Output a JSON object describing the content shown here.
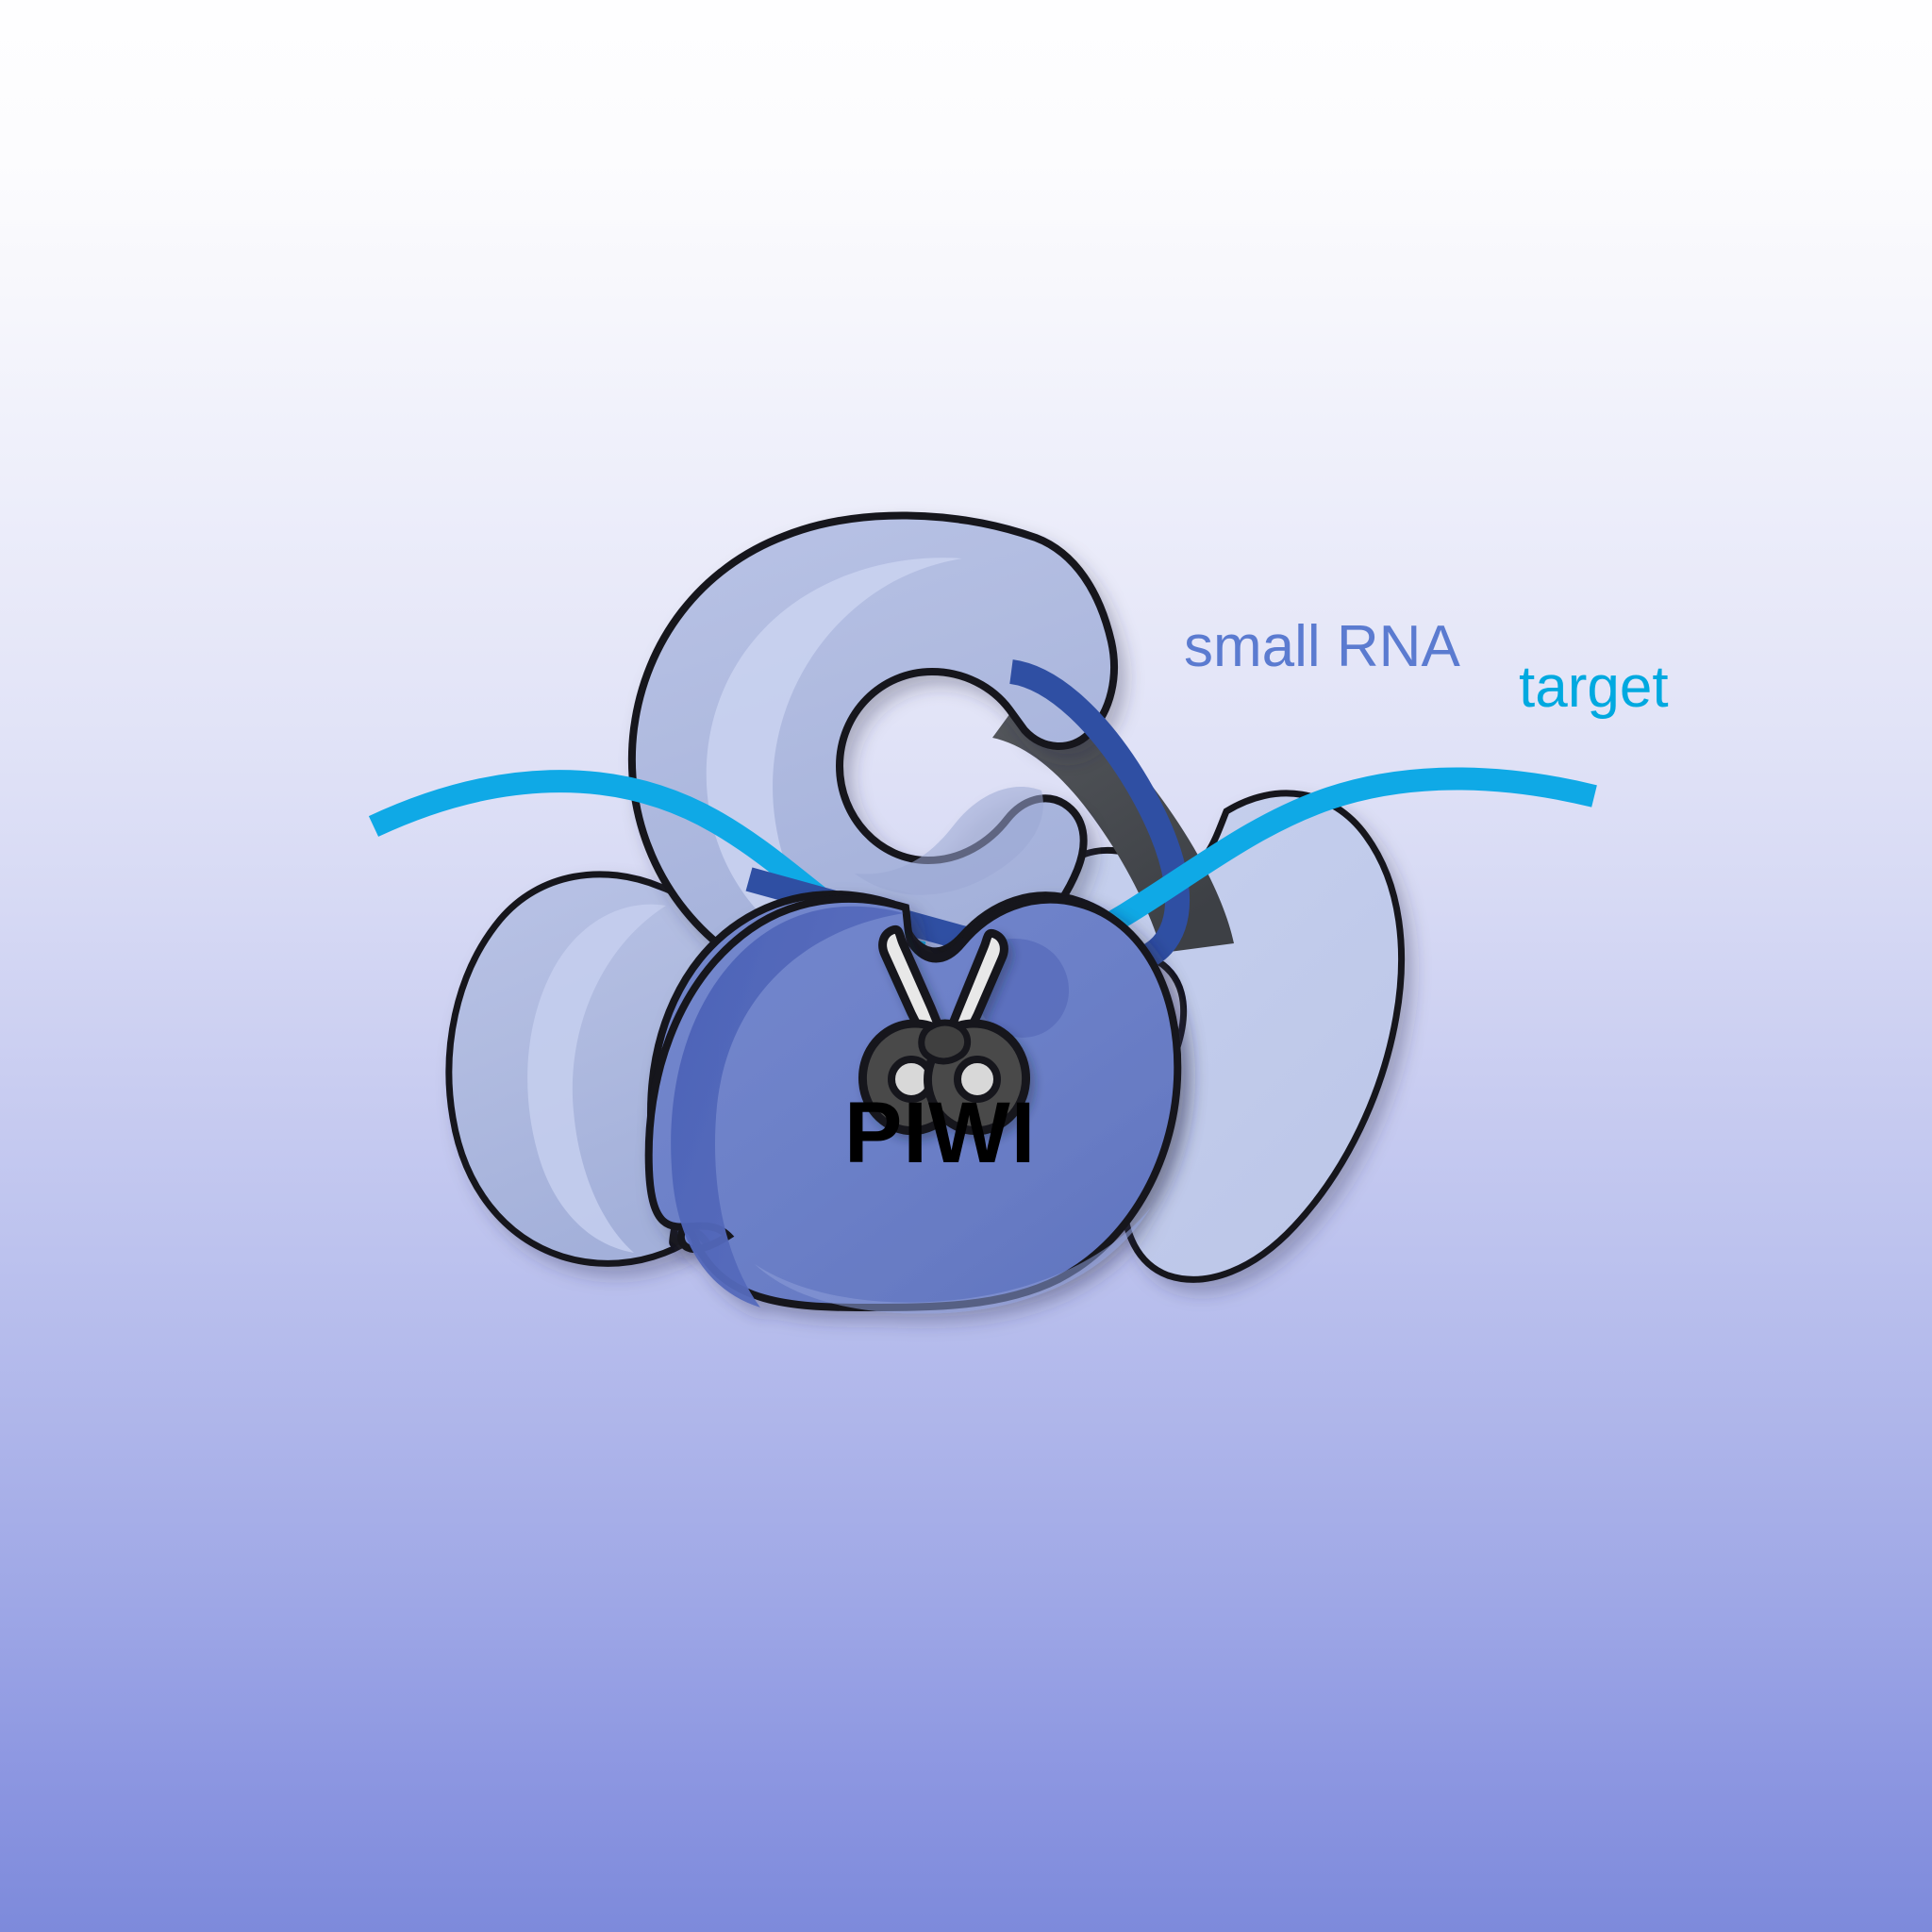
{
  "figure": {
    "type": "schematic-diagram",
    "subject": "Argonaute/PIWI protein bound to a small RNA guide pairing with a target RNA",
    "background": {
      "gradient_from": "#fefeff",
      "gradient_to": "#7d8adb",
      "direction": "top-to-bottom"
    }
  },
  "labels": {
    "small_rna": "small RNA",
    "target": "target",
    "piwi": "PIWI"
  },
  "colors": {
    "small_rna_label": "#5b7bd0",
    "target_label": "#00a9e0",
    "piwi_label": "#000000",
    "small_rna_strand": "#2f4fa3",
    "target_strand": "#0fa9e6",
    "piwi_body": "#6b7fc7",
    "piwi_body_shadow": "#4e64b8",
    "domain_light": "#b4bfe2",
    "domain_light_highlight": "#c3cdec",
    "linker_band": "#4a4d52",
    "outline": "#1a1a22",
    "scissors_blade": "#e8e8e8",
    "scissors_handle": "#4a4a4a"
  },
  "elements": {
    "paz_domain": "C-shaped upper lobe that anchors the small RNA 3' end",
    "left_lobe": "rounded left domain behind the PIWI body",
    "right_lobe": "notched right domain behind the PIWI body",
    "piwi_body": "large kidney-shaped central catalytic domain labelled PIWI",
    "linker_band": "dark grey band connecting the PAZ notch to the right lobe",
    "scissors": "scissors icon marking the catalytic cleavage site",
    "small_rna_strand": "dark navy guide strand threading from the PAZ notch across the PIWI cleft",
    "target_strand": "cyan target strand crossing the complex and extending to both sides"
  }
}
